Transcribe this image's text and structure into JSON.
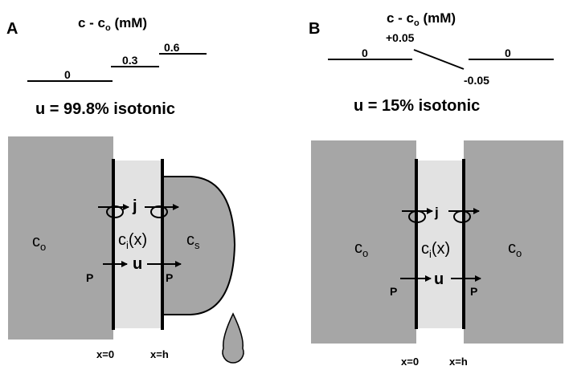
{
  "panel_a": {
    "label": "A",
    "axis_title": {
      "base": "c - c",
      "sub": "o",
      "unit": " (mM)"
    },
    "steps": [
      "0",
      "0.3",
      "0.6"
    ],
    "u_text": "u = 99.8% isotonic",
    "left_conc": {
      "base": "c",
      "sub": "o"
    },
    "mid_conc": {
      "base": "c",
      "sub": "i",
      "rest": "(x)"
    },
    "right_conc": {
      "base": "c",
      "sub": "s"
    },
    "flux": "j",
    "flow": "u",
    "p_left": "P",
    "p_right": "P",
    "x0": "x=0",
    "xh": "x=h"
  },
  "panel_b": {
    "label": "B",
    "axis_title": {
      "base": "c - c",
      "sub": "o",
      "unit": " (mM)"
    },
    "steps": [
      "0",
      "+0.05",
      "-0.05",
      "0"
    ],
    "u_text": "u = 15% isotonic",
    "left_conc": {
      "base": "c",
      "sub": "o"
    },
    "mid_conc": {
      "base": "c",
      "sub": "i",
      "rest": "(x)"
    },
    "right_conc": {
      "base": "c",
      "sub": "o"
    },
    "flux": "j",
    "flow": "u",
    "p_left": "P",
    "p_right": "P",
    "x0": "x=0",
    "xh": "x=h"
  },
  "colors": {
    "bath": "#a6a6a6",
    "cell": "#e2e2e2",
    "ink": "#000000"
  }
}
